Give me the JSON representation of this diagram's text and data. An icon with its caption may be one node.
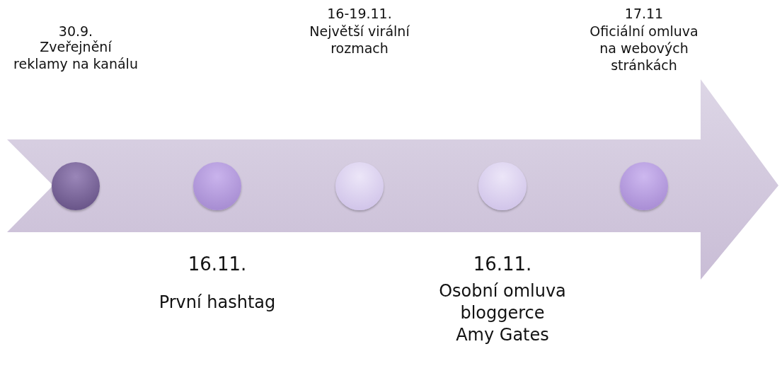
{
  "diagram": {
    "nodes": [
      {
        "text": [],
        "shape": "circle",
        "beside": [
          "30.9.",
          "Zveřejnění reklamy na kanálu"
        ]
      },
      {
        "text": [],
        "shape": "circle",
        "beside": [
          "16.11.",
          "První hashtag"
        ]
      },
      {
        "text": [],
        "shape": "circle",
        "beside": [
          "16-19.11.",
          "Největší virální rozmach"
        ]
      },
      {
        "text": [],
        "shape": "circle",
        "beside": [
          "16.11.",
          "Osobní omluva bloggerce Amy Gates"
        ]
      },
      {
        "text": [],
        "shape": "circle",
        "beside": [
          "17.11",
          "Oficiální omluva na webových stránkách"
        ]
      }
    ]
  }
}
